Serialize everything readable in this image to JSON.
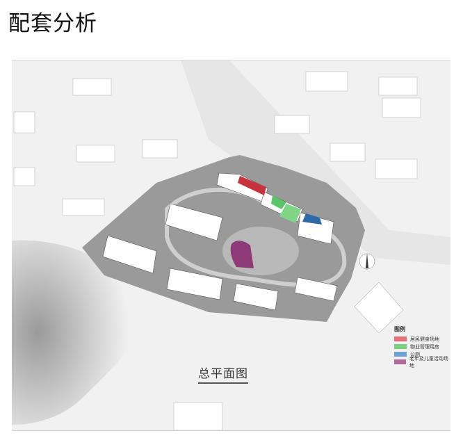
{
  "page_title": "配套分析",
  "plan_title": "总平面图",
  "legend": {
    "title": "图例",
    "items": [
      {
        "label": "居民健身场地",
        "color": "#e8707a"
      },
      {
        "label": "物业管理用房",
        "color": "#7ccd82"
      },
      {
        "label": "公厕",
        "color": "#6fa3d6"
      },
      {
        "label": "老年及儿童活动场地",
        "color": "#b06a98"
      }
    ]
  },
  "colors": {
    "fitness": "#c8323c",
    "management": "#5cc468",
    "toilet": "#2f6aa8",
    "activity": "#8e3a78"
  }
}
